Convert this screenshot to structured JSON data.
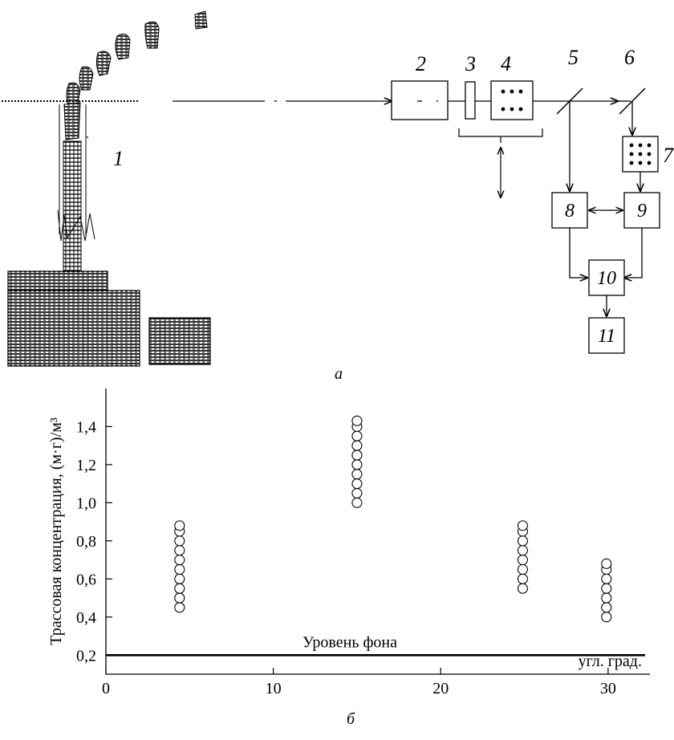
{
  "figure": {
    "part_a": {
      "caption": "а",
      "labels": [
        "1",
        "2",
        "3",
        "4",
        "5",
        "6",
        "7"
      ],
      "blocks": [
        "8",
        "9",
        "10",
        "11"
      ]
    },
    "part_b": {
      "caption": "б",
      "background_label": "Уровень фона",
      "unit_label": "угл. град."
    }
  },
  "chart_data": {
    "type": "scatter",
    "xlabel": "",
    "ylabel": "Трассовая концентрация, (м·г)/м³",
    "xlim": [
      0,
      32.5
    ],
    "ylim": [
      0.1,
      1.6
    ],
    "xticks": [
      0,
      10,
      20,
      30
    ],
    "yticks": [
      0.2,
      0.4,
      0.6,
      0.8,
      1.0,
      1.2,
      1.4
    ],
    "xtick_labels": [
      "0",
      "10",
      "20",
      "30"
    ],
    "ytick_labels": [
      "0,2",
      "0,4",
      "0,6",
      "0,8",
      "1,0",
      "1,2",
      "1,4"
    ],
    "background_level": 0.2,
    "series": [
      {
        "marker": "open-circle",
        "points": [
          [
            4.4,
            0.45
          ],
          [
            4.4,
            0.5
          ],
          [
            4.4,
            0.55
          ],
          [
            4.4,
            0.6
          ],
          [
            4.4,
            0.65
          ],
          [
            4.4,
            0.7
          ],
          [
            4.4,
            0.75
          ],
          [
            4.4,
            0.8
          ],
          [
            4.4,
            0.85
          ],
          [
            4.4,
            0.88
          ],
          [
            15.0,
            1.0
          ],
          [
            15.0,
            1.05
          ],
          [
            15.0,
            1.1
          ],
          [
            15.0,
            1.15
          ],
          [
            15.0,
            1.2
          ],
          [
            15.0,
            1.25
          ],
          [
            15.0,
            1.3
          ],
          [
            15.0,
            1.35
          ],
          [
            15.0,
            1.4
          ],
          [
            15.0,
            1.43
          ],
          [
            24.9,
            0.55
          ],
          [
            24.9,
            0.6
          ],
          [
            24.9,
            0.65
          ],
          [
            24.9,
            0.7
          ],
          [
            24.9,
            0.75
          ],
          [
            24.9,
            0.8
          ],
          [
            24.9,
            0.85
          ],
          [
            24.9,
            0.88
          ],
          [
            29.9,
            0.4
          ],
          [
            29.9,
            0.45
          ],
          [
            29.9,
            0.5
          ],
          [
            29.9,
            0.55
          ],
          [
            29.9,
            0.6
          ],
          [
            29.9,
            0.65
          ],
          [
            29.9,
            0.68
          ]
        ]
      }
    ]
  }
}
